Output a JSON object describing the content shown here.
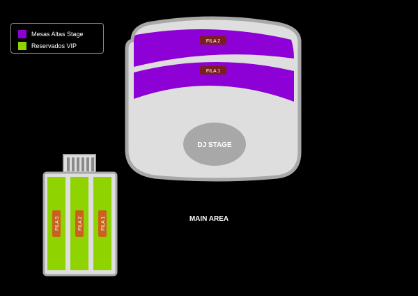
{
  "legend": {
    "items": [
      {
        "label": "Mesas Altas Stage",
        "color": "#8d00d6"
      },
      {
        "label": "Reservados VIP",
        "color": "#8fd400"
      }
    ]
  },
  "stage_area": {
    "rows": [
      {
        "label": "FILA 2"
      },
      {
        "label": "FILA 1"
      }
    ],
    "dj_stage_label": "DJ STAGE"
  },
  "vip_area": {
    "columns": [
      {
        "label": "FILA 3"
      },
      {
        "label": "FILA 2"
      },
      {
        "label": "FILA 1"
      }
    ]
  },
  "main_area_label": "MAIN AREA",
  "colors": {
    "background": "#000000",
    "venue_fill": "#dedede",
    "venue_border": "#a8a8a8",
    "stage_row": "#8d00d6",
    "dj_stage": "#a8a8a8",
    "row_badge": "#7a1f1f",
    "vip_column": "#8fd400",
    "vip_badge": "#c8621e"
  }
}
